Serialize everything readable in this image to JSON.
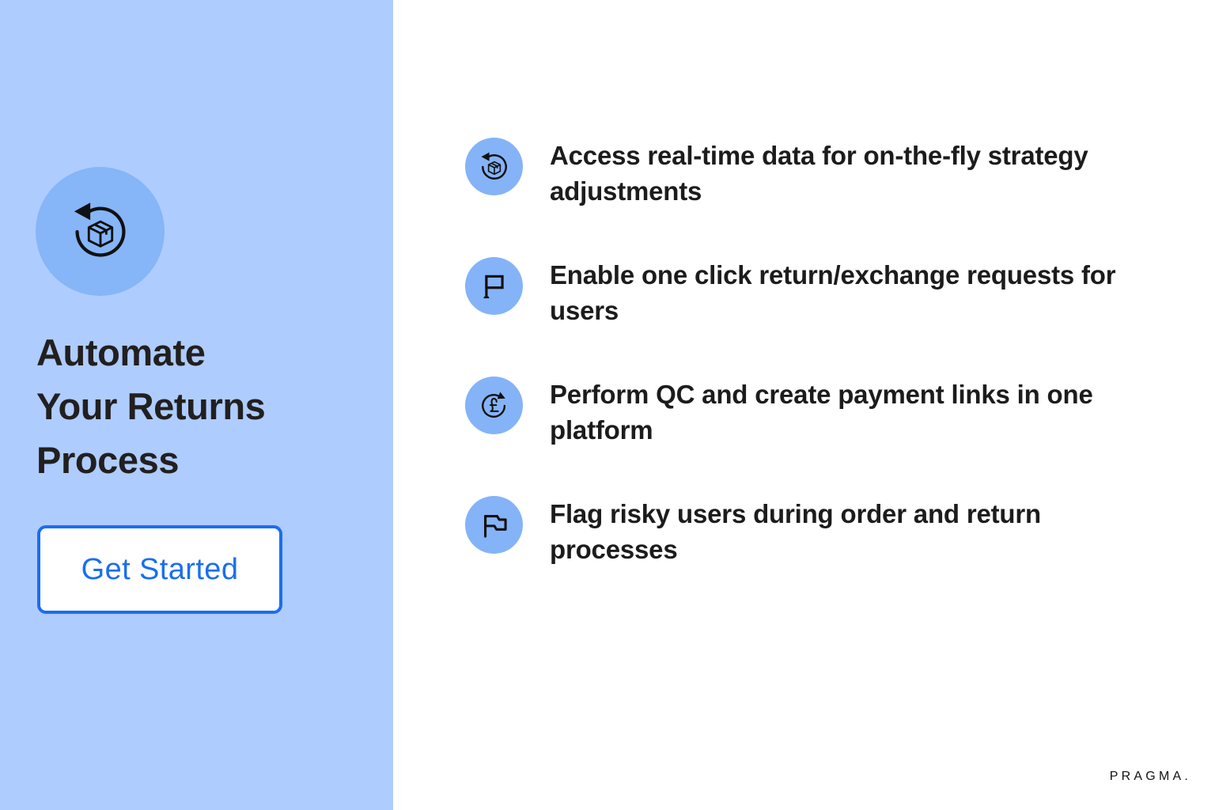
{
  "colors": {
    "panel_blue": "#AECCFE",
    "badge_blue": "#86B5F8",
    "accent_blue": "#1A6EF0",
    "text_dark": "#221F1F",
    "white": "#FFFFFF"
  },
  "left": {
    "hero_icon": "return-box-icon",
    "headline": "Automate\nYour Returns\nProcess",
    "cta_label": "Get Started"
  },
  "features": [
    {
      "icon": "return-box-icon",
      "text": "Access real-time data for on-the-fly strategy adjustments"
    },
    {
      "icon": "flag-outline-icon",
      "text": "Enable one click return/exchange requests for users"
    },
    {
      "icon": "refund-pound-icon",
      "text": "Perform QC and create payment links in one platform"
    },
    {
      "icon": "flag-wave-icon",
      "text": "Flag risky users during order and return processes"
    }
  ],
  "brand": {
    "name": "PRAGMA."
  }
}
